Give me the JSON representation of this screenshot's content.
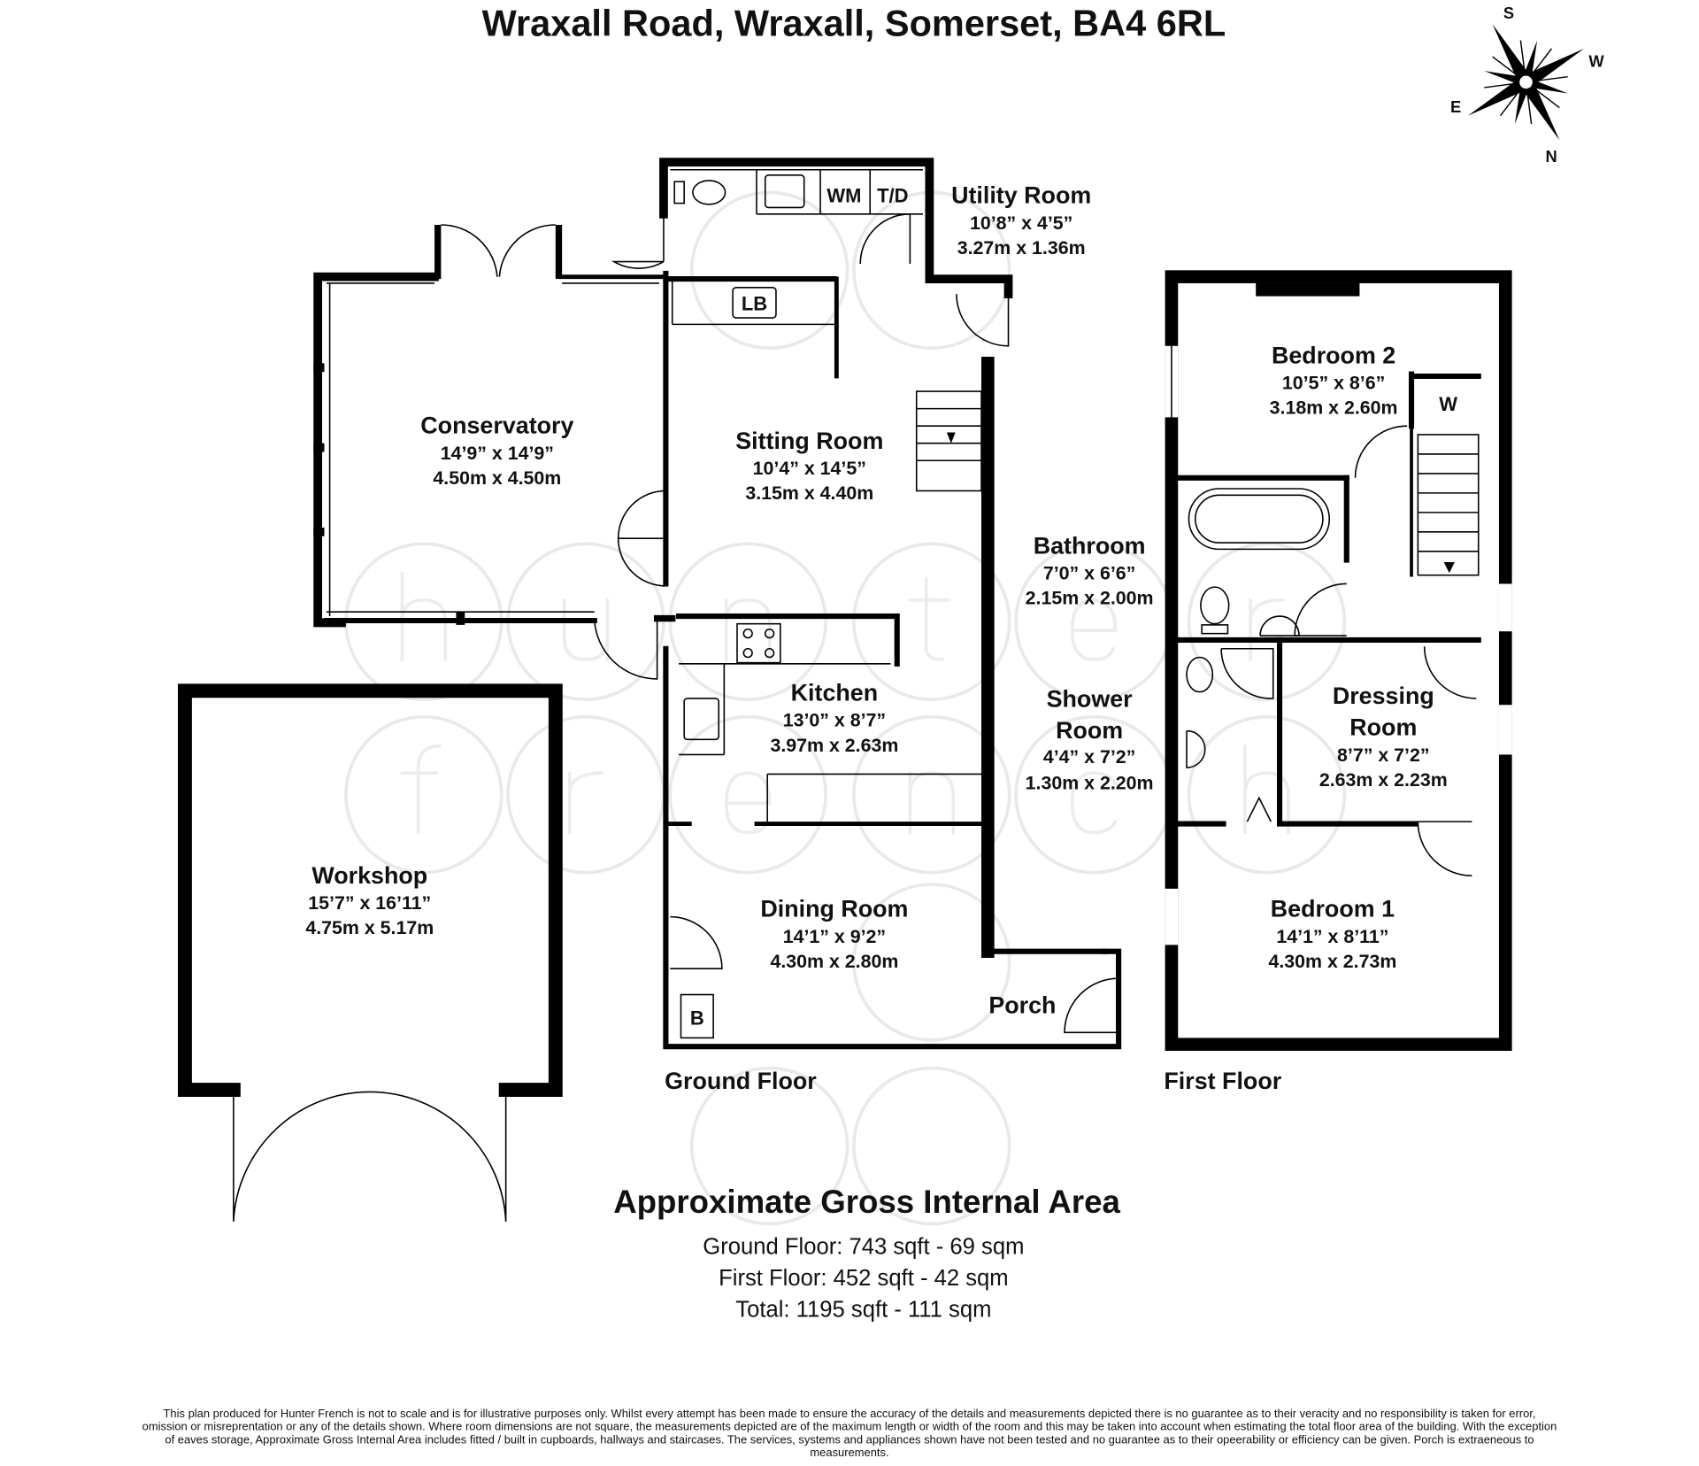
{
  "title": "Wraxall Road, Wraxall, Somerset, BA4 6RL",
  "compass": {
    "s": "S",
    "w": "W",
    "e": "E",
    "n": "N"
  },
  "rooms": {
    "utility": {
      "name": "Utility Room",
      "imperial": "10’8” x 4’5”",
      "metric": "3.27m x 1.36m"
    },
    "conservatory": {
      "name": "Conservatory",
      "imperial": "14’9” x 14’9”",
      "metric": "4.50m x 4.50m"
    },
    "sitting": {
      "name": "Sitting Room",
      "imperial": "10’4” x 14’5”",
      "metric": "3.15m x 4.40m"
    },
    "kitchen": {
      "name": "Kitchen",
      "imperial": "13’0” x 8’7”",
      "metric": "3.97m x 2.63m"
    },
    "dining": {
      "name": "Dining Room",
      "imperial": "14’1” x 9’2”",
      "metric": "4.30m x 2.80m"
    },
    "porch": {
      "name": "Porch"
    },
    "workshop": {
      "name": "Workshop",
      "imperial": "15’7” x 16’11”",
      "metric": "4.75m x 5.17m"
    },
    "bathroom": {
      "name": "Bathroom",
      "imperial": "7’0” x 6’6”",
      "metric": "2.15m x 2.00m"
    },
    "shower": {
      "name1": "Shower",
      "name2": "Room",
      "imperial": "4’4” x 7’2”",
      "metric": "1.30m x 2.20m"
    },
    "bedroom2": {
      "name": "Bedroom 2",
      "imperial": "10’5” x 8’6”",
      "metric": "3.18m x 2.60m"
    },
    "dressing": {
      "name1": "Dressing",
      "name2": "Room",
      "imperial": "8’7” x 7’2”",
      "metric": "2.63m x 2.23m"
    },
    "bedroom1": {
      "name": "Bedroom 1",
      "imperial": "14’1” x 8’11”",
      "metric": "4.30m x 2.73m"
    }
  },
  "fixtures": {
    "wm": "WM",
    "td": "T/D",
    "lb": "LB",
    "b": "B",
    "w": "W"
  },
  "floors": {
    "ground": "Ground Floor",
    "first": "First Floor"
  },
  "area": {
    "heading": "Approximate Gross Internal Area",
    "ground": "Ground Floor: 743 sqft - 69 sqm",
    "first": "First Floor: 452 sqft - 42 sqm",
    "total": "Total: 1195 sqft - 111 sqm"
  },
  "disclaimer": [
    "This plan produced for Hunter French is not to scale and is for illustrative purposes only.  Whilst every attempt has been made to ensure the accuracy of the details and measurements depicted there is no guarantee as to their veracity and no responsibility is taken for error,",
    "omission or misreprentation or any of the details shown.  Where room dimensions are not square, the measurements depicted are of the maximum length or width of the room and this may be taken into account when estimating the total floor area of the building.  With the exception",
    "of eaves storage, Approximate Gross Internal Area includes fitted / built in cupboards, hallways and staircases.  The services, systems and appliances shown have not been tested and no guarantee as to their opeerability or efficiency can be given. Porch is extraeneous to",
    "measurements."
  ],
  "watermark": {
    "letters": [
      "h",
      "u",
      "n",
      "t",
      "e",
      "r",
      "f",
      "r",
      "e",
      "n",
      "c",
      "h"
    ]
  }
}
